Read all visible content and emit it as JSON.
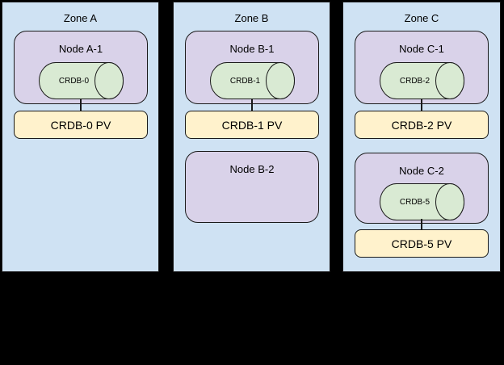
{
  "diagram": {
    "background": "#000000",
    "colors": {
      "zone_fill": "#cfe2f3",
      "node_fill": "#d9d2e9",
      "db_fill": "#d9ead3",
      "pv_fill": "#fff2cc",
      "border": "#1a1a1a"
    },
    "zones": [
      {
        "label": "Zone A",
        "nodes": [
          {
            "label": "Node A-1",
            "db_label": "CRDB-0",
            "pv_label": "CRDB-0 PV"
          }
        ]
      },
      {
        "label": "Zone B",
        "nodes": [
          {
            "label": "Node B-1",
            "db_label": "CRDB-1",
            "pv_label": "CRDB-1 PV"
          },
          {
            "label": "Node B-2"
          }
        ]
      },
      {
        "label": "Zone C",
        "nodes": [
          {
            "label": "Node C-1",
            "db_label": "CRDB-2",
            "pv_label": "CRDB-2 PV"
          },
          {
            "label": "Node C-2",
            "db_label": "CRDB-5",
            "pv_label": "CRDB-5 PV"
          }
        ]
      }
    ]
  }
}
